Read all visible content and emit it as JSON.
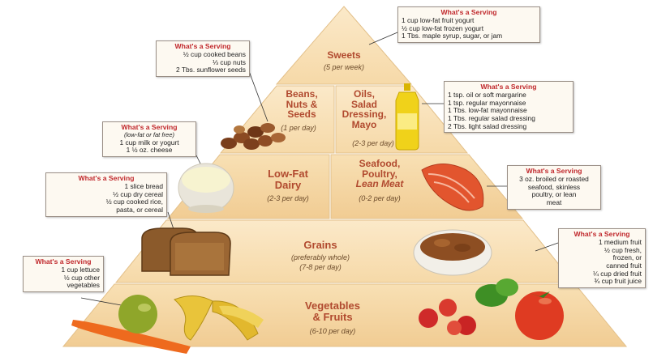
{
  "tiers": {
    "sweets": {
      "name": "Sweets",
      "freq": "(5 per week)"
    },
    "beans": {
      "name1": "Beans,",
      "name2": "Nuts &",
      "name3": "Seeds",
      "freq": "(1 per day)"
    },
    "oils": {
      "name1": "Oils,",
      "name2": "Salad",
      "name3": "Dressing,",
      "name4": "Mayo",
      "freq": "(2-3 per day)"
    },
    "dairy": {
      "name1": "Low-Fat",
      "name2": "Dairy",
      "freq": "(2-3 per day)"
    },
    "seafood": {
      "name1": "Seafood,",
      "name2": "Poultry,",
      "name3": "Lean Meat",
      "freq": "(0-2 per day)"
    },
    "grains": {
      "name": "Grains",
      "note": "(preferably whole)",
      "freq": "(7-8 per day)"
    },
    "vegetables": {
      "name1": "Vegetables",
      "name2": "& Fruits",
      "freq": "(6-10 per day)"
    }
  },
  "callouts": {
    "sweets": {
      "title": "What's a Serving",
      "lines": [
        "1 cup low-fat fruit yogurt",
        "½ cup low-fat frozen yogurt",
        "1 Tbs. maple syrup, sugar, or jam"
      ]
    },
    "beans": {
      "title": "What's a Serving",
      "lines": [
        "½ cup cooked beans",
        "⅓ cup nuts",
        "2 Tbs. sunflower seeds"
      ]
    },
    "oils": {
      "title": "What's a Serving",
      "lines": [
        "1 tsp. oil or soft margarine",
        "1 tsp. regular mayonnaise",
        "1 Tbs. low-fat mayonnaise",
        "1 Tbs. regular salad dressing",
        "2 Tbs. light salad dressing"
      ]
    },
    "dairy": {
      "title": "What's a Serving",
      "lines": [
        "(low-fat or fat free)",
        "1 cup milk or yogurt",
        "1 ½ oz. cheese"
      ]
    },
    "seafood": {
      "title": "What's a Serving",
      "lines": [
        "3 oz. broiled or roasted",
        "seafood, skinless",
        "poultry, or lean",
        "meat"
      ]
    },
    "grains": {
      "title": "What's a Serving",
      "lines": [
        "1 slice bread",
        "½ cup dry cereal",
        "½ cup cooked rice,",
        "pasta, or cereal"
      ]
    },
    "fruits": {
      "title": "What's a Serving",
      "lines": [
        "1 medium fruit",
        "½ cup fresh,",
        "frozen, or",
        "canned fruit",
        "¼ cup dried fruit",
        "¾ cup fruit juice"
      ]
    },
    "vegetables": {
      "title": "What's a Serving",
      "lines": [
        "1 cup lettuce",
        "½ cup other",
        "vegetables"
      ]
    }
  }
}
